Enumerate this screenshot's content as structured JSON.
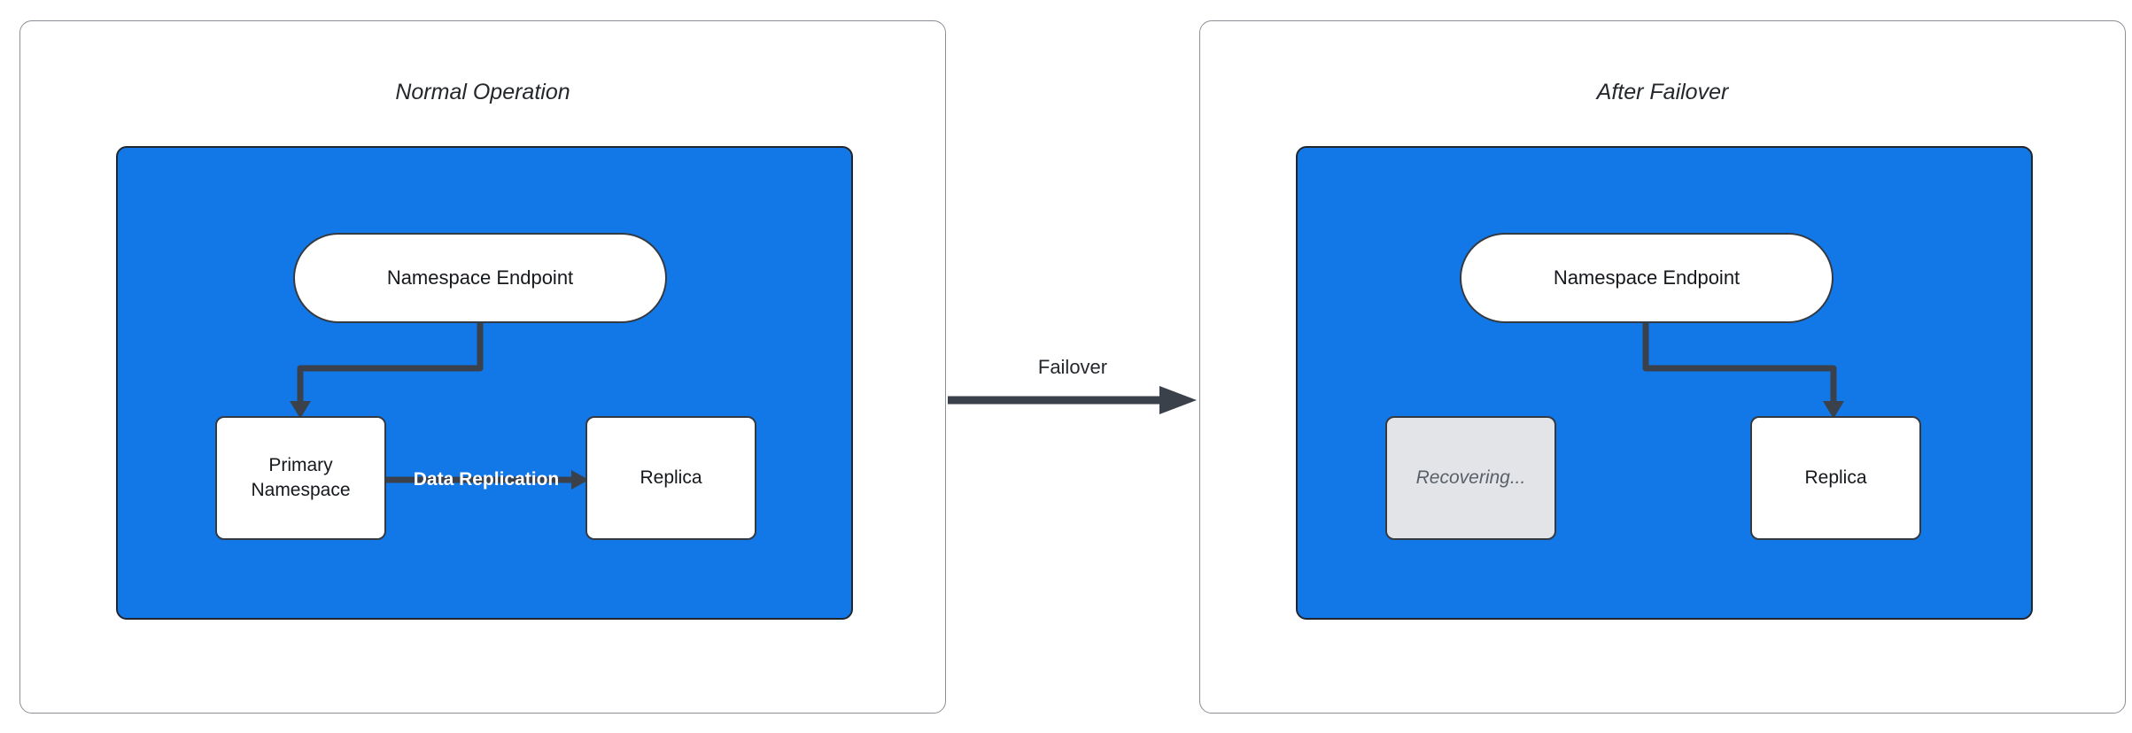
{
  "colors": {
    "blue_fill": "#1278E8",
    "stroke_dark": "#3A414B",
    "panel_border": "#8A8F96",
    "node_border": "#343A42",
    "blue_box_border": "#21262D",
    "node_text": "#15181C",
    "title_text": "#24272C",
    "recovering_fill": "#E2E4E7",
    "recovering_text": "#5A6068",
    "edge_label_text": "#FFFFFF"
  },
  "panels": [
    {
      "title": "Normal Operation",
      "endpoint": "Namespace Endpoint",
      "left_node": "Primary Namespace",
      "right_node": "Replica",
      "edge_label": "Data Replication"
    },
    {
      "title": "After Failover",
      "endpoint": "Namespace Endpoint",
      "left_node": "Recovering...",
      "right_node": "Replica"
    }
  ],
  "failover_label": "Failover"
}
